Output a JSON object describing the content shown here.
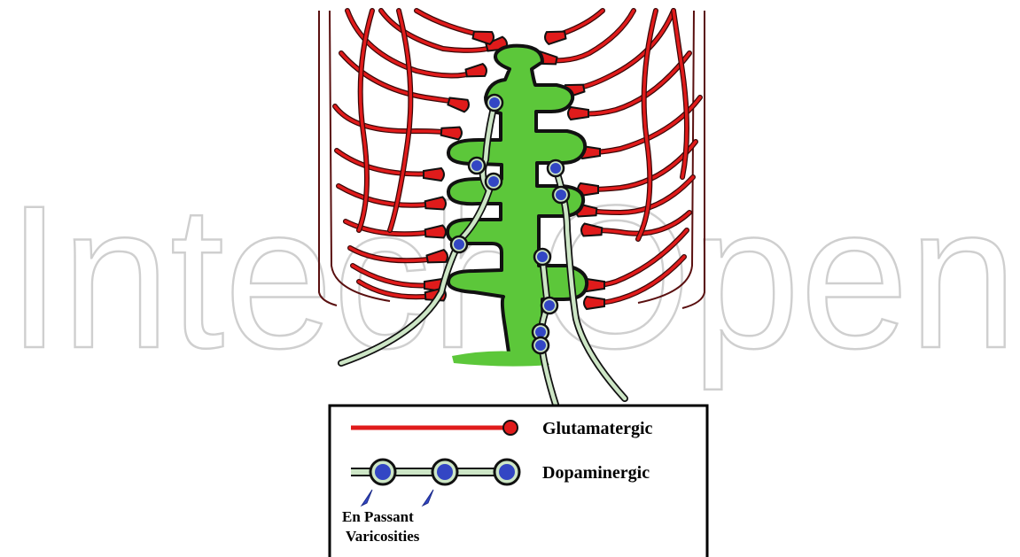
{
  "watermark": {
    "text": "IntechOpen",
    "kind": "publisher-watermark"
  },
  "colors": {
    "dendrite": "#5cc73a",
    "glutamatergic": "#e01b1b",
    "dopaminergic_axon": "#cde6c6",
    "varicosity": "#3346c4",
    "outline": "#111111"
  },
  "legend": {
    "glutamatergic_label": "Glutamatergic",
    "dopaminergic_label": "Dopaminergic",
    "varicosities_line1": "En Passant",
    "varicosities_line2": "Varicosities",
    "arrow_icon": "arrowhead-icon"
  }
}
